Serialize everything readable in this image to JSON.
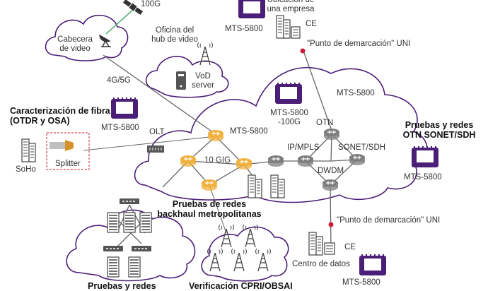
{
  "colors": {
    "purple": "#4b1e78",
    "orange": "#f0b03a",
    "router_gray": "#7d7d7d",
    "demarc_red": "#d01c3c",
    "dashed_red": "#e04050",
    "sat_green": "#2f9e5a"
  },
  "labels": {
    "sat_speed": "100G",
    "cabecera": "Cabecera\nde video",
    "oficina": "Oficina del\nhub de video",
    "vod": "VoD\nserver",
    "empresa": "Ubicación de\nuna empresa",
    "ce_top": "CE",
    "demarc_top": "\"Punto de demarcación\" UNI",
    "mts_empresa": "MTS-5800",
    "link_4g5g": "4G/5G",
    "mts_cloud": "MTS-5800",
    "mts_100g": "MTS-5800\n-100G",
    "otn": "OTN",
    "fibra_title": "Caracterización de fibra\n(OTDR y OSA)",
    "mts_fibra": "MTS-5800",
    "olt": "OLT",
    "mts_metro": "MTS-5800",
    "soho": "SoHo",
    "splitter": "Splitter",
    "ten_gig": "10 GIG",
    "ip_mpls": "IP/MPLS",
    "sonet_sdh": "SONET/SDH",
    "dwdm": "DWDM",
    "otn_title": "Pruebas y redes\nOTN SONET/SDH",
    "mts_otn": "MTS-5800",
    "metro_title": "Pruebas de redes\nbackhaul metropolitanas",
    "demarc_bottom": "\"Punto de demarcación\" UNI",
    "ce_bottom": "CE",
    "centro": "Centro de datos",
    "mts_datos": "MTS-5800",
    "pruebas_redes": "Pruebas y redes",
    "cpri": "Verificación CPRI/OBSAI"
  },
  "icons": {
    "satellite": "satellite-icon",
    "dish": "satellite-dish-icon",
    "tower": "cell-tower-icon",
    "server": "server-icon",
    "building": "building-icon",
    "router": "router-icon",
    "mts": "mts-5800-instrument-icon",
    "splitter": "splitter-icon",
    "olt": "olt-device-icon",
    "demarc": "demarcation-point-icon"
  }
}
